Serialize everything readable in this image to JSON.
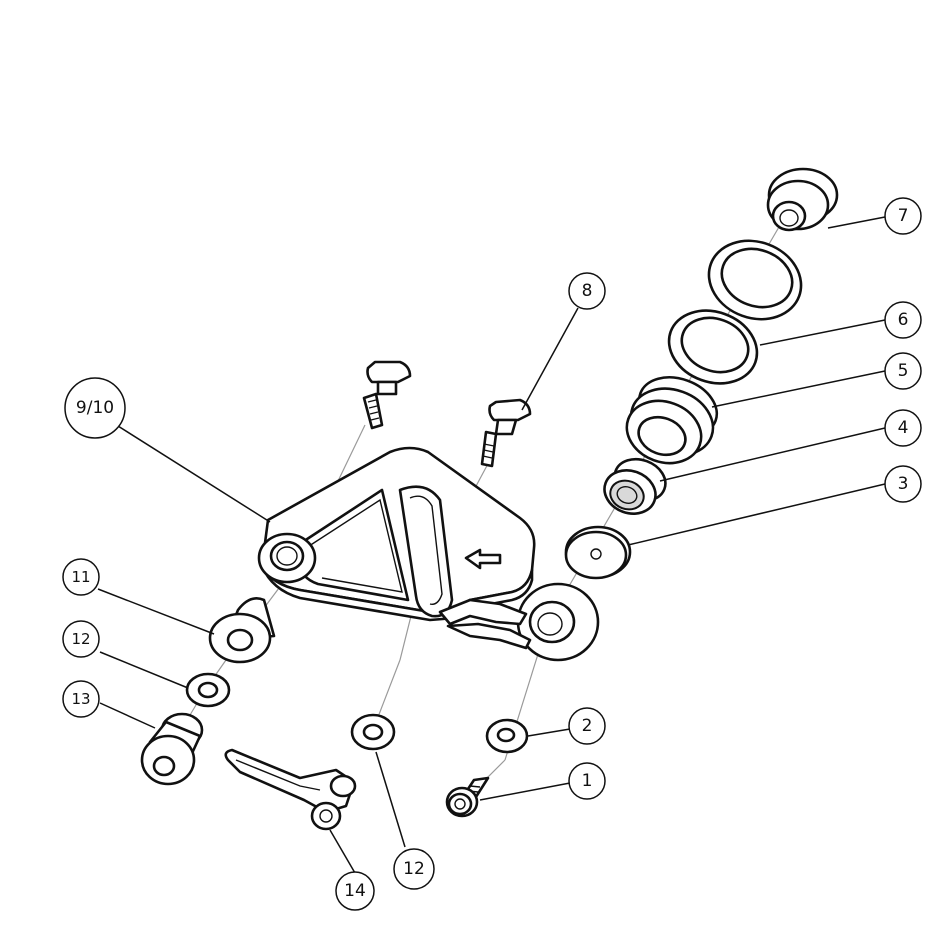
{
  "balloons": {
    "b1": "1",
    "b2": "2",
    "b3": "3",
    "b4": "4",
    "b5": "5",
    "b6": "6",
    "b7": "7",
    "b8": "8",
    "b9_10": "9/10",
    "b11": "11",
    "b12a": "12",
    "b12b": "12",
    "b13": "13",
    "b14": "14"
  }
}
